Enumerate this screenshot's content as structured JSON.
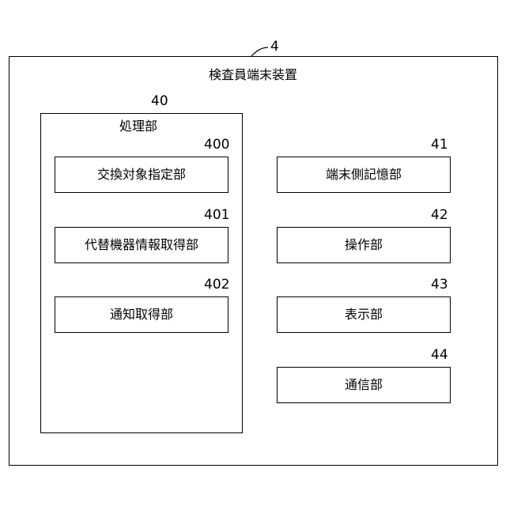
{
  "device": {
    "ref": "4",
    "title": "検査員端末装置"
  },
  "processing_unit": {
    "ref": "40",
    "title": "処理部",
    "modules": [
      {
        "ref": "400",
        "label": "交換対象指定部"
      },
      {
        "ref": "401",
        "label": "代替機器情報取得部"
      },
      {
        "ref": "402",
        "label": "通知取得部"
      }
    ]
  },
  "side_units": [
    {
      "ref": "41",
      "label": "端末側記憶部"
    },
    {
      "ref": "42",
      "label": "操作部"
    },
    {
      "ref": "43",
      "label": "表示部"
    },
    {
      "ref": "44",
      "label": "通信部"
    }
  ]
}
